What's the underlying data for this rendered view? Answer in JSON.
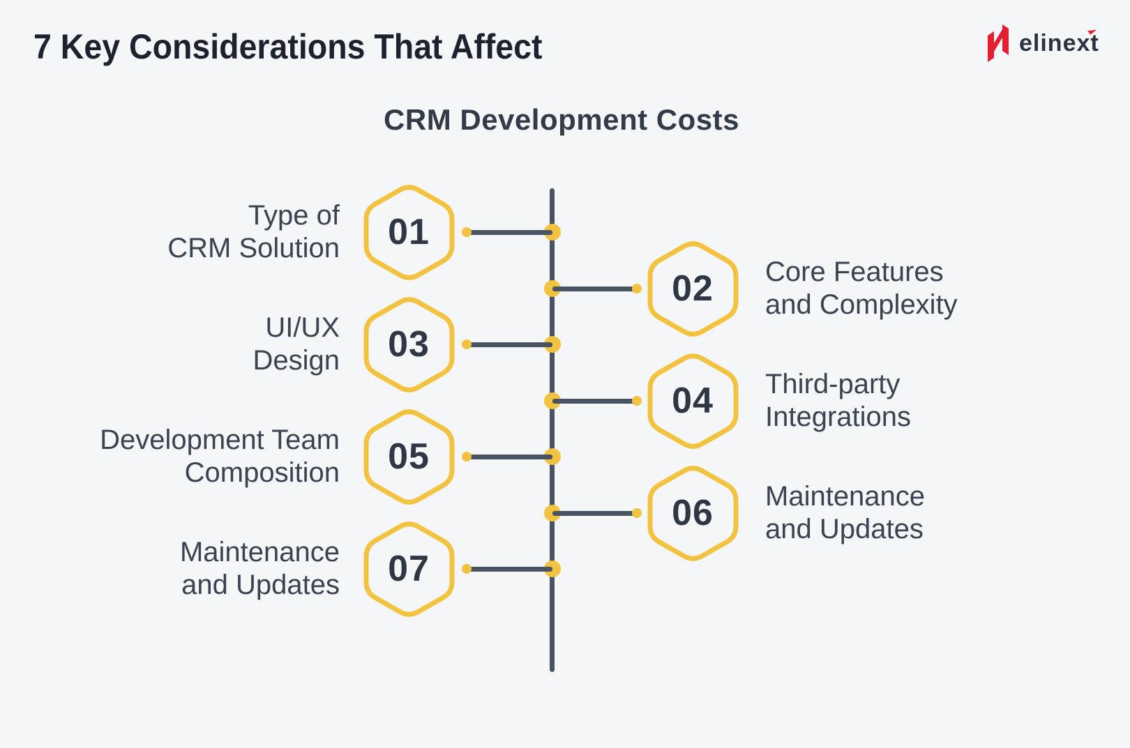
{
  "header": {
    "title": "7 Key Considerations That Affect",
    "subtitle": "CRM Development Costs"
  },
  "brand": {
    "name": "elinext",
    "mark_icon": "elinext-n-mark"
  },
  "colors": {
    "background": "#f5f6f8",
    "title_ink": "#1d222e",
    "subtitle_ink": "#333b49",
    "label_ink": "#3a4350",
    "number_ink": "#2f3744",
    "line_slate": "#4a5362",
    "accent_yellow": "#f2c340",
    "brand_red": "#e61e32",
    "brand_ink": "#2b3240"
  },
  "timeline": {
    "items": [
      {
        "number": "01",
        "side": "left",
        "lines": [
          "Type of",
          "CRM Solution"
        ]
      },
      {
        "number": "02",
        "side": "right",
        "lines": [
          "Core Features",
          "and Complexity"
        ]
      },
      {
        "number": "03",
        "side": "left",
        "lines": [
          "UI/UX",
          "Design"
        ]
      },
      {
        "number": "04",
        "side": "right",
        "lines": [
          "Third-party",
          "Integrations"
        ]
      },
      {
        "number": "05",
        "side": "left",
        "lines": [
          "Development Team",
          "Composition"
        ]
      },
      {
        "number": "06",
        "side": "right",
        "lines": [
          "Maintenance",
          "and Updates"
        ]
      },
      {
        "number": "07",
        "side": "left",
        "lines": [
          "Maintenance",
          "and Updates"
        ]
      }
    ]
  }
}
